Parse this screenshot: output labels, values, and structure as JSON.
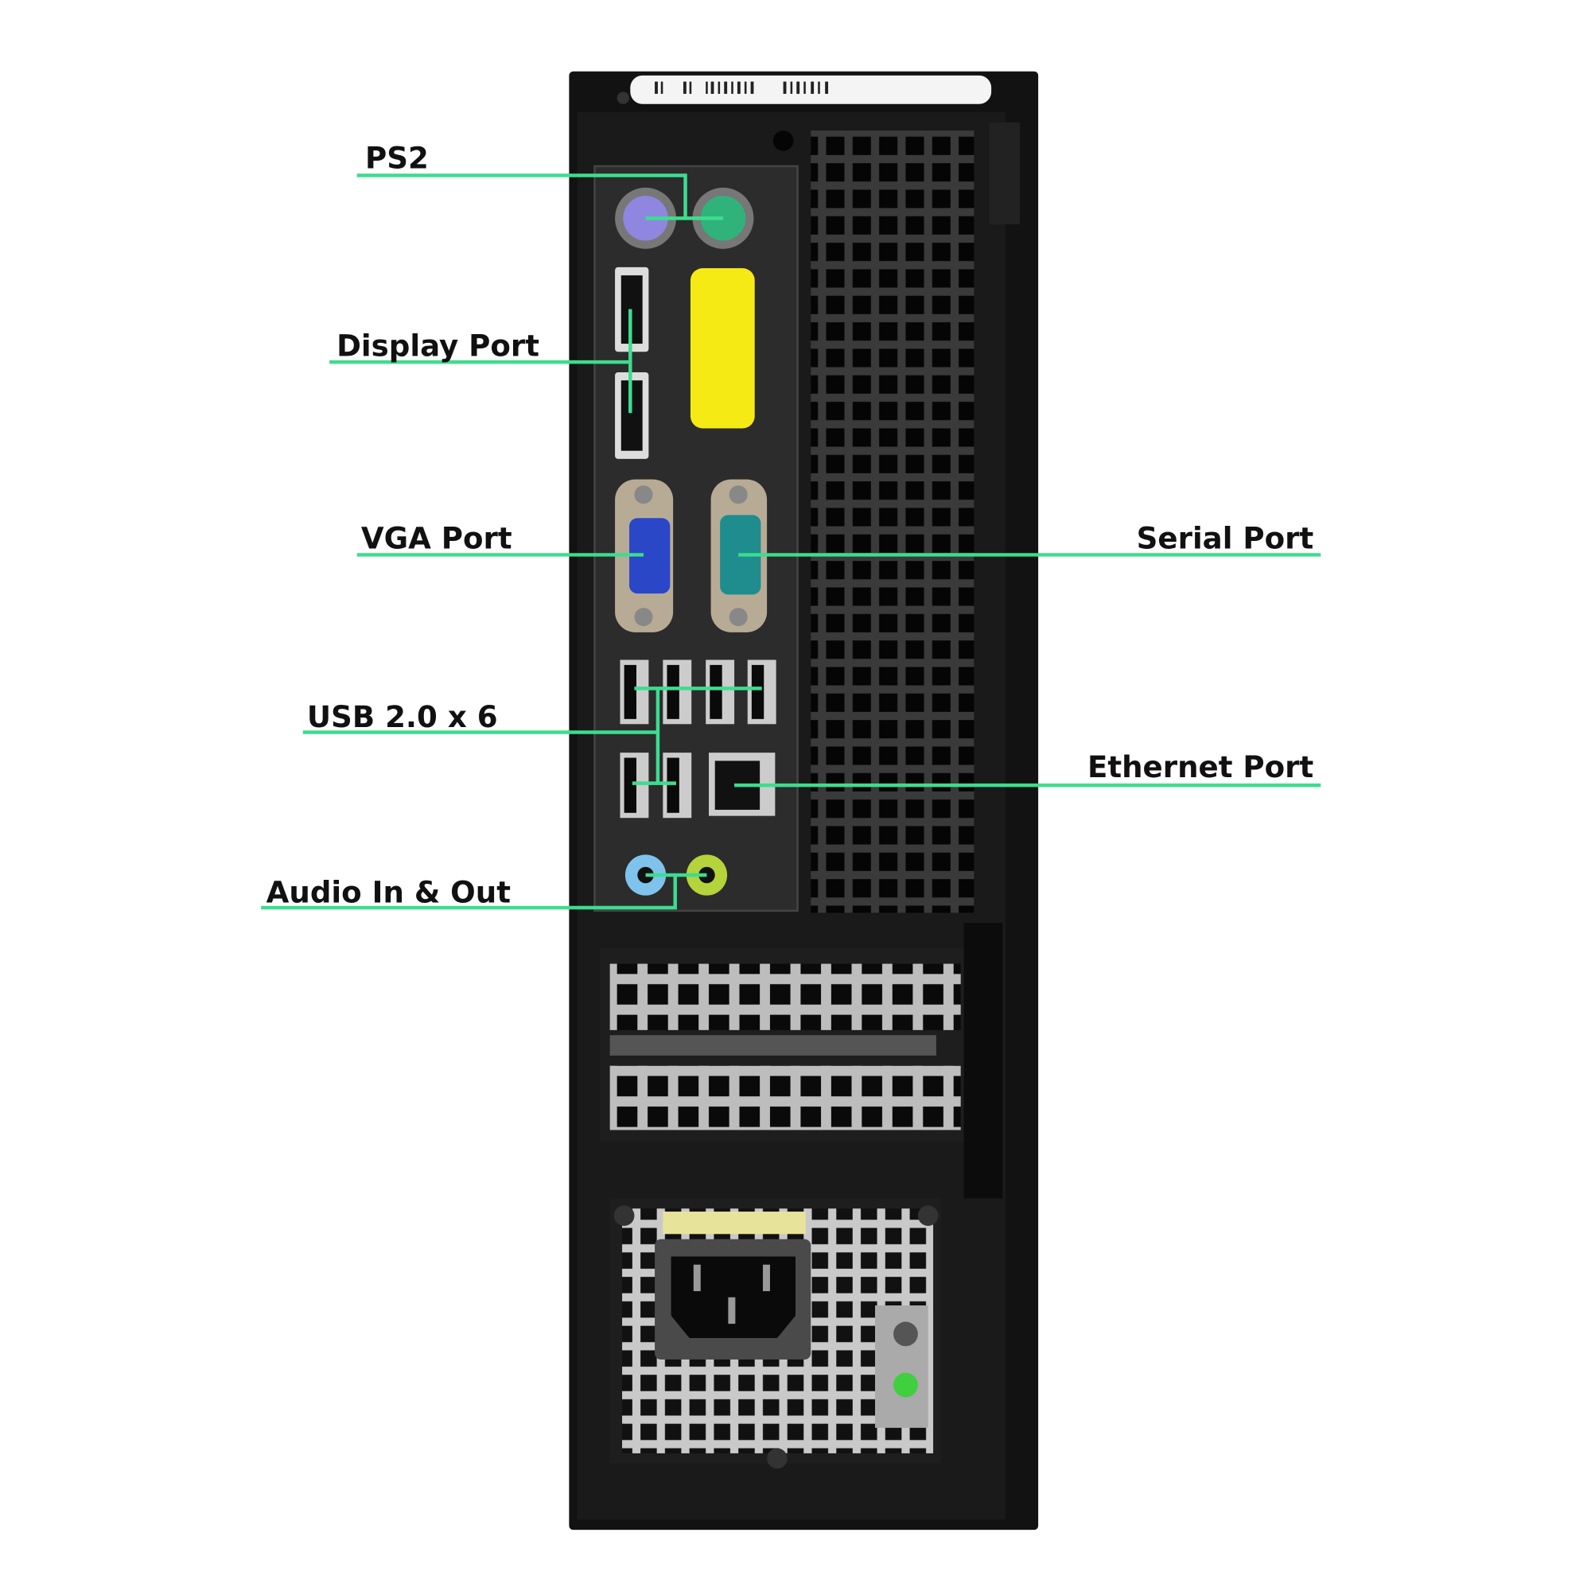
{
  "labels": {
    "ps2": "PS2",
    "display_port": "Display Port",
    "vga_port": "VGA Port",
    "serial_port": "Serial Port",
    "usb": "USB 2.0 x 6",
    "ethernet_port": "Ethernet Port",
    "audio": "Audio In & Out"
  },
  "colors": {
    "callout_line": "#3ddc8f",
    "case": "#111111",
    "io_panel": "#2c2c2c",
    "sticker": "#f5ea14",
    "ps2_mouse": "#8f86e0",
    "ps2_keyboard": "#2fb37a",
    "vga": "#2a47c8",
    "serial": "#1f8d8e",
    "audio_in": "#7fc3ec",
    "audio_out": "#b5d33a"
  }
}
